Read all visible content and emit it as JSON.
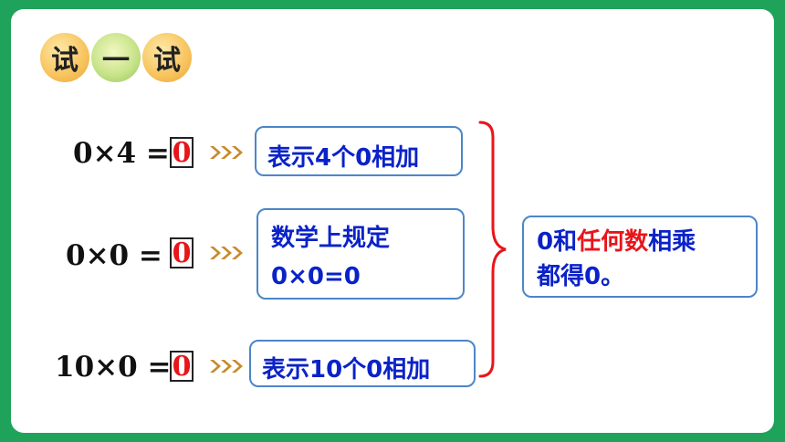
{
  "title": {
    "chars": [
      "试",
      "一",
      "试"
    ]
  },
  "rows": [
    {
      "expression": "0×4 =",
      "answer": "0",
      "note_lines": [
        "表示4个0相加"
      ]
    },
    {
      "expression": "0×0 =",
      "answer": "0",
      "note_lines": [
        "数学上规定",
        "0×0=0"
      ]
    },
    {
      "expression": "10×0 =",
      "answer": "0",
      "note_lines": [
        "表示10个0相加"
      ]
    }
  ],
  "conclusion": {
    "part1": "0和",
    "highlight": "任何数",
    "part2": "相乘",
    "line2": "都得0。"
  },
  "colors": {
    "background": "#1fa35a",
    "answer": "#e8151b",
    "note_text": "#0a22c8",
    "note_border": "#4b86c8",
    "brace": "#e8151b",
    "arrow": "#c98a2a"
  }
}
